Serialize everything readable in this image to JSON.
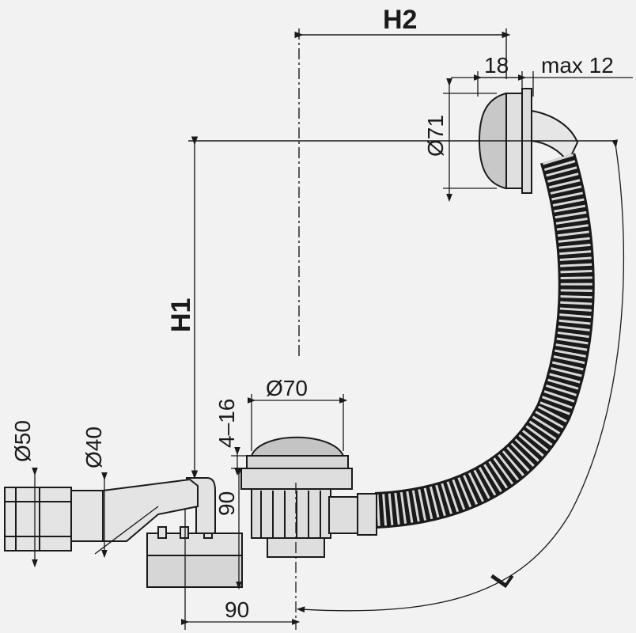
{
  "labels": {
    "h2": "H2",
    "h1": "H1",
    "d18": "18",
    "max12": "max 12",
    "d71": "Ø71",
    "d70": "Ø70",
    "range": "4–16",
    "d50": "Ø50",
    "d40": "Ø40",
    "h90": "90",
    "w90": "90",
    "l": "L"
  },
  "colors": {
    "background": "#000000",
    "drawing": "#f2f2f2",
    "line": "#1a1a1a"
  }
}
